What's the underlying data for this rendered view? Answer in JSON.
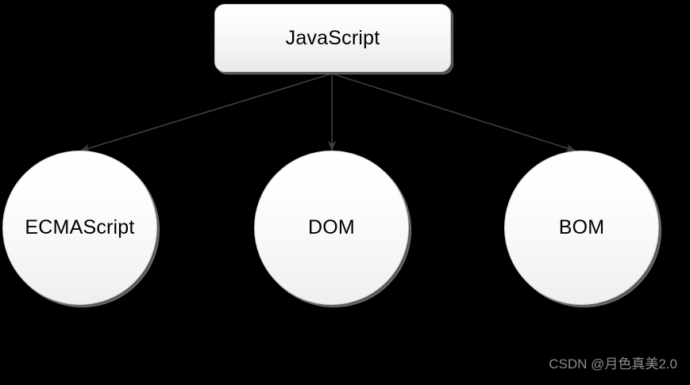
{
  "diagram": {
    "type": "tree",
    "background_color": "#000000",
    "root": {
      "id": "javascript",
      "label": "JavaScript",
      "shape": "rounded-rectangle"
    },
    "children": [
      {
        "id": "ecmascript",
        "label": "ECMAScript",
        "shape": "circle"
      },
      {
        "id": "dom",
        "label": "DOM",
        "shape": "circle"
      },
      {
        "id": "bom",
        "label": "BOM",
        "shape": "circle"
      }
    ],
    "edges": [
      {
        "from": "javascript",
        "to": "ecmascript",
        "style": "arrow",
        "color": "#3c3c3c"
      },
      {
        "from": "javascript",
        "to": "dom",
        "style": "arrow",
        "color": "#3c3c3c"
      },
      {
        "from": "javascript",
        "to": "bom",
        "style": "arrow",
        "color": "#3c3c3c"
      }
    ]
  },
  "watermark": {
    "text": "CSDN @月色真美2.0",
    "color": "#8c8c8c"
  }
}
